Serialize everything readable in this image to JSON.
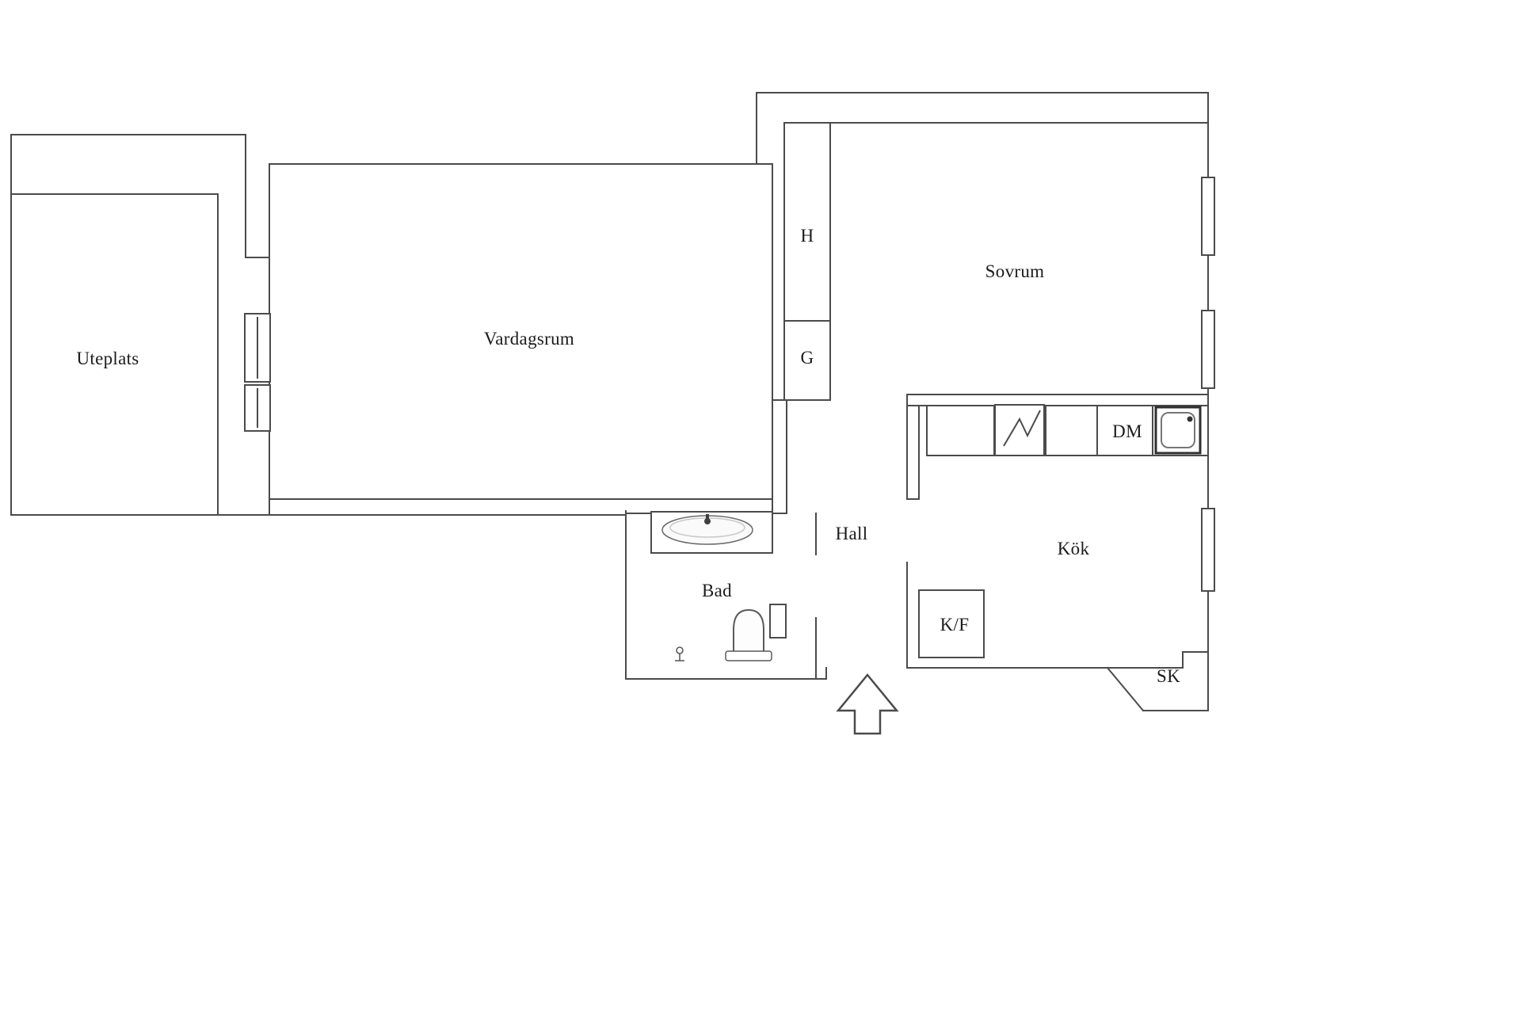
{
  "floorplan": {
    "rooms": {
      "uteplats": {
        "label": "Uteplats"
      },
      "vardagsrum": {
        "label": "Vardagsrum"
      },
      "sovrum": {
        "label": "Sovrum"
      },
      "hall": {
        "label": "Hall"
      },
      "bad": {
        "label": "Bad"
      },
      "kok": {
        "label": "Kök"
      }
    },
    "features": {
      "closet_h": {
        "label": "H"
      },
      "closet_g": {
        "label": "G"
      },
      "dishwasher": {
        "label": "DM"
      },
      "fridge_freezer": {
        "label": "K/F"
      },
      "closet_sk": {
        "label": "SK"
      }
    },
    "icons": {
      "entrance_arrow": "entrance-arrow-icon",
      "bathroom_sink": "sink-icon",
      "toilet": "toilet-icon",
      "paper_holder": "paper-holder-icon",
      "stove": "stove-icon",
      "kitchen_sink": "kitchen-sink-icon",
      "window": "window-icon"
    },
    "colors": {
      "wall": "#4b4b4b",
      "text": "#1c1c1c",
      "background": "#ffffff"
    }
  }
}
